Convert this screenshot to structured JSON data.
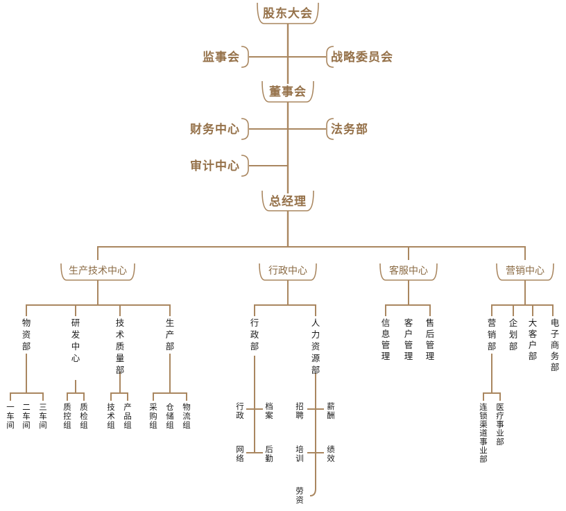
{
  "top": {
    "shareholders": "股东大会",
    "supervisory": "监事会",
    "strategy": "战略委员会",
    "board": "董事会",
    "finance": "财务中心",
    "legal": "法务部",
    "audit": "审计中心",
    "gm": "总经理"
  },
  "divisions": {
    "production_tech": "生产技术中心",
    "admin": "行政中心",
    "service": "客服中心",
    "marketing": "营销中心"
  },
  "depts": {
    "materials": "物资部",
    "rnd": "研发中心",
    "tech_quality": "技术质量部",
    "production": "生产部",
    "admin_dept": "行政部",
    "hr": "人力资源部",
    "info_mgmt": "信息管理",
    "customer_mgmt": "客户管理",
    "aftersales_mgmt": "售后管理",
    "sales_dept": "营销部",
    "planning": "企划部",
    "key_accounts": "大客户部",
    "ecommerce": "电子商务部"
  },
  "groups": {
    "workshop1": "一车间",
    "workshop2": "二车间",
    "workshop3": "三车间",
    "qc": "质控组",
    "inspection": "质检组",
    "tech_group": "技术组",
    "product_group": "产品组",
    "purchasing": "采购组",
    "warehouse": "仓储组",
    "logistics": "物流组",
    "admin_unit": "行政",
    "archives": "档案",
    "network": "网络",
    "logistics_support": "后勤",
    "recruit": "招聘",
    "salary": "薪酬",
    "training": "培训",
    "performance": "绩效",
    "labor": "劳资",
    "chain_business": "连锁渠道事业部",
    "medical_business": "医疗事业部"
  },
  "colors": {
    "line": "#a9865f",
    "accent_text": "#957149",
    "body_text": "#1a1a1a"
  }
}
